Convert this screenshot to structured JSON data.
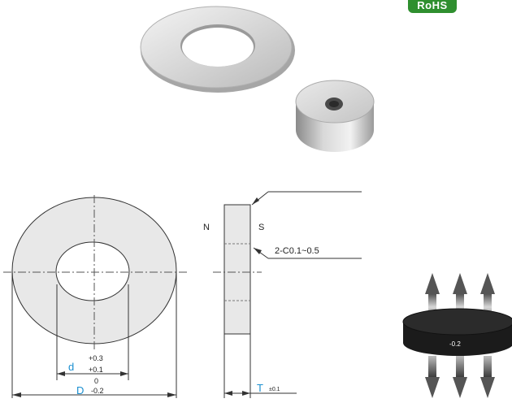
{
  "badge": {
    "text": "RoHS",
    "color": "#2f8f2f"
  },
  "front_view": {
    "inner_diameter_label": "d",
    "inner_tolerance_upper": "+0.3",
    "inner_tolerance_lower": "+0.1",
    "outer_diameter_label": "D",
    "outer_tolerance_upper": "0",
    "outer_tolerance_lower": "-0.2"
  },
  "side_view": {
    "pole_north": "N",
    "pole_south": "S",
    "chamfer_note": "2-C0.1~0.5",
    "thickness_label": "T",
    "thickness_tolerance": "±0.1"
  },
  "magnetization_diagram": {
    "disc_label": "-0.2"
  },
  "colors": {
    "dimension_label": "#1a8fd0",
    "line": "#333333",
    "body_fill": "#e8e8e8",
    "disc_fill": "#1b1b1b"
  }
}
